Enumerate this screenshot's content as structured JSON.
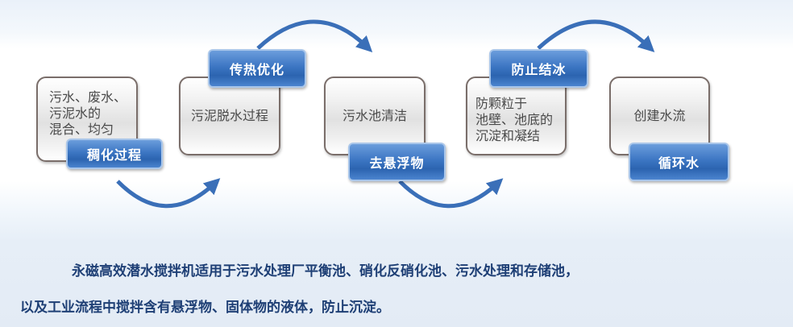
{
  "diagram": {
    "steps": [
      {
        "box_text": "污水、废水、\n污泥水的\n混合、均匀",
        "tag": "稠化过程"
      },
      {
        "box_text": "污泥脱水过程",
        "tag": "传热优化"
      },
      {
        "box_text": "污水池清洁",
        "tag": "去悬浮物"
      },
      {
        "box_text": "防颗粒于\n池壁、池底的\n沉淀和凝结",
        "tag": "防止结冰"
      },
      {
        "box_text": "创建水流",
        "tag": "循环水"
      }
    ],
    "colors": {
      "tag_blue": "#3c76c3",
      "arrow_blue": "#3a6fb8",
      "box_border": "#7a6e6a",
      "description_text": "#1e3f75"
    }
  },
  "description": {
    "line1": "永磁高效潜水搅拌机适用于污水处理厂平衡池、硝化反硝化池、污水处理和存储池，",
    "line2": "以及工业流程中搅拌含有悬浮物、固体物的液体，防止沉淀。"
  }
}
